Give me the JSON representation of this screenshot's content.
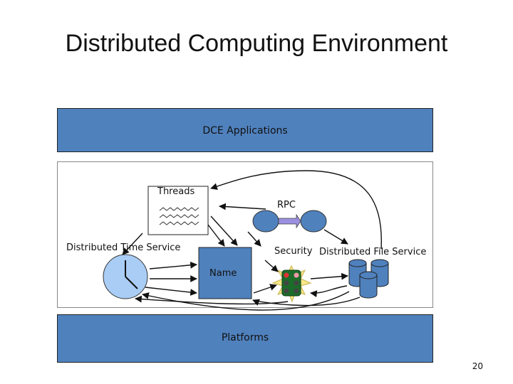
{
  "title": "Distributed Computing Environment",
  "layers": {
    "applications": "DCE Applications",
    "platforms": "Platforms"
  },
  "components": {
    "threads": "Threads",
    "rpc": "RPC",
    "time_service": "Distributed Time Service",
    "security": "Security",
    "file_service": "Distributed File Service",
    "name": "Name"
  },
  "page_number": "20",
  "colors": {
    "layer_fill": "#4f81bd",
    "rpc_node_fill": "#4f81bd",
    "clock_face": "#a9cdf5",
    "disk_fill": "#4f81bd",
    "arrow_pink": "#9b8fe0"
  }
}
